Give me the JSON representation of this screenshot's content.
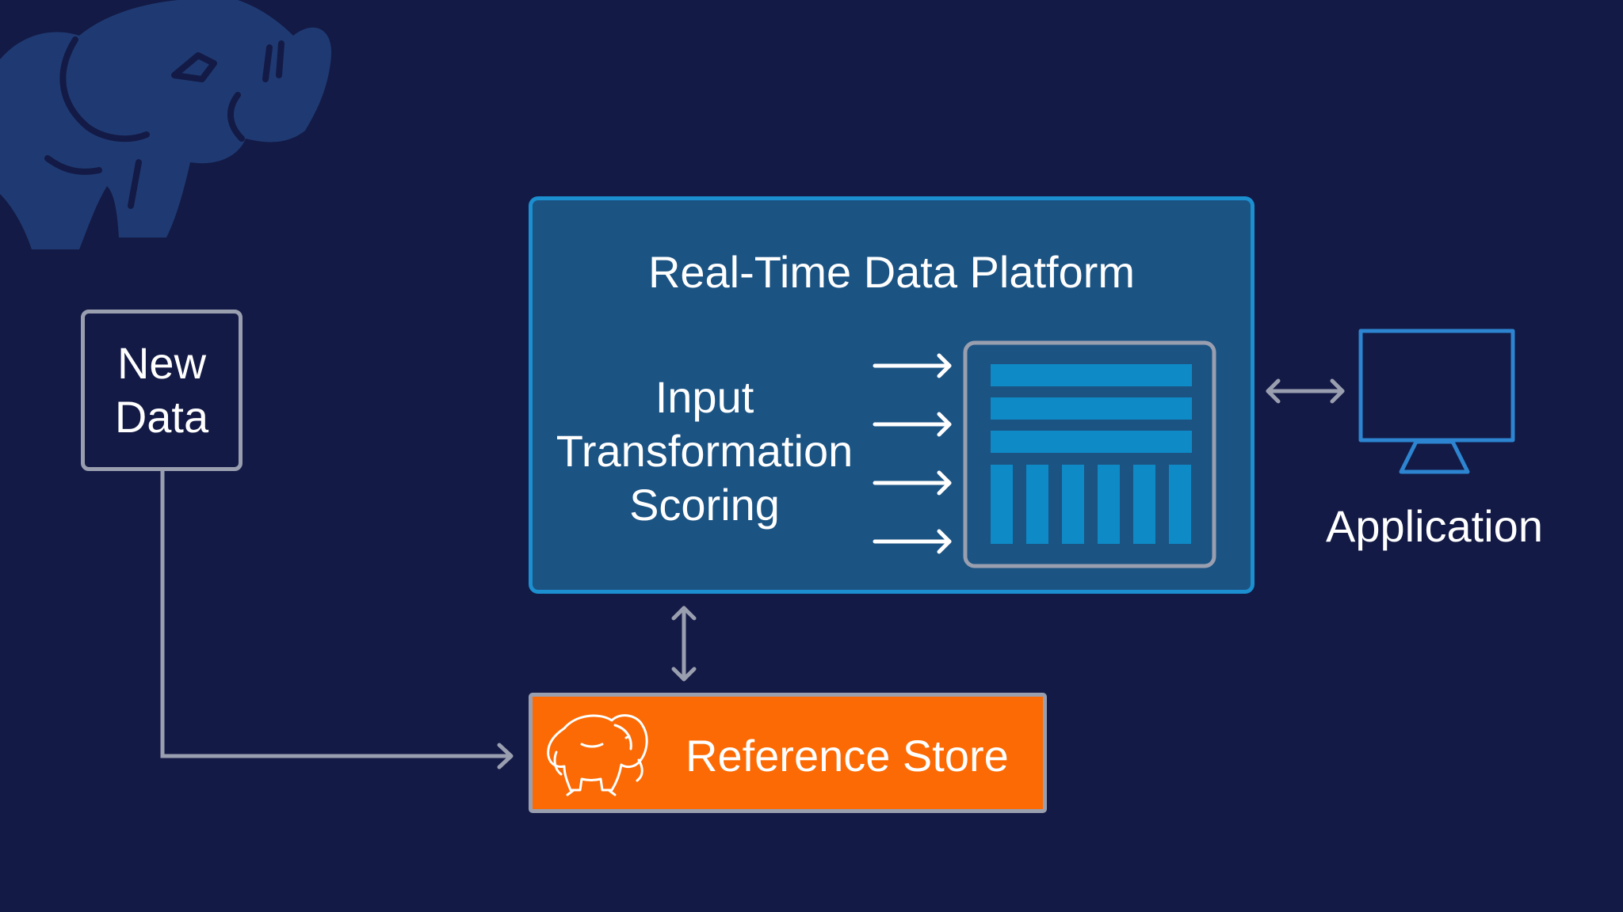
{
  "nodes": {
    "new_data": {
      "line1": "New",
      "line2": "Data"
    },
    "platform": {
      "title": "Real-Time Data Platform",
      "steps": [
        "Input",
        "Transformation",
        "Scoring"
      ]
    },
    "reference_store": {
      "label": "Reference Store"
    },
    "application": {
      "label": "Application"
    }
  },
  "icons": {
    "background": "hadoop-elephant-watermark-icon",
    "store": "hadoop-elephant-icon",
    "application": "monitor-icon",
    "platform_store": "table-grid-icon"
  },
  "colors": {
    "background": "#131a45",
    "platform_fill": "#1b5383",
    "platform_border": "#1b8fd0",
    "store_fill": "#fb6a04",
    "connector": "#9a9fb0",
    "monitor": "#2d84d0",
    "table_fill": "#0e8ac6"
  }
}
